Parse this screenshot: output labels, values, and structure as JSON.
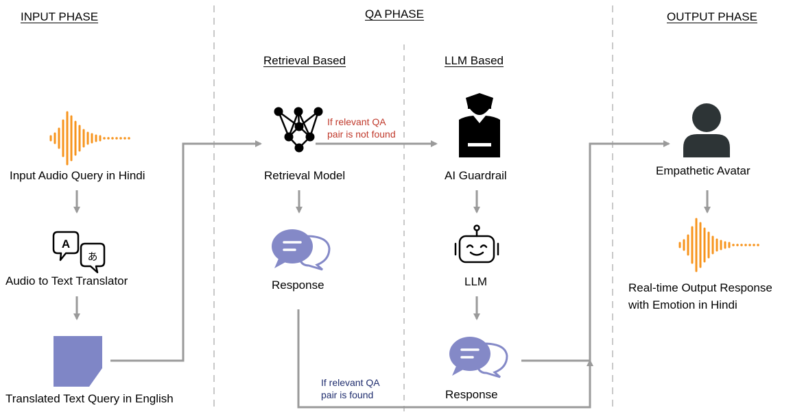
{
  "phases": {
    "input": "INPUT PHASE",
    "qa": "QA PHASE",
    "output": "OUTPUT PHASE"
  },
  "subphases": {
    "retrieval": "Retrieval Based",
    "llm": "LLM Based"
  },
  "nodes": {
    "input_audio": "Input Audio Query in Hindi",
    "translator": "Audio to Text Translator",
    "translated_text": "Translated Text Query in English",
    "retrieval_model": "Retrieval Model",
    "retrieval_response": "Response",
    "guardrail": "AI Guardrail",
    "llm": "LLM",
    "llm_response": "Response",
    "avatar": "Empathetic Avatar",
    "output_line1": "Real-time Output Response",
    "output_line2": "with Emotion in Hindi"
  },
  "edges": {
    "not_found_line1": "If relevant QA",
    "not_found_line2": "pair is not found",
    "found_line1": "If relevant QA",
    "found_line2": "pair is found"
  },
  "icons": {
    "translator_glyph_a": "A",
    "translator_glyph_b": "あ"
  },
  "colors": {
    "audio_wave": "#f7941d",
    "document": "#7f86c6",
    "chat_bubble": "#8489c7",
    "arrow": "#9a9a9a",
    "divider": "#c8c8c8",
    "not_found_text": "#c0392b",
    "found_text": "#1f2d6e",
    "avatar": "#2d3436"
  }
}
